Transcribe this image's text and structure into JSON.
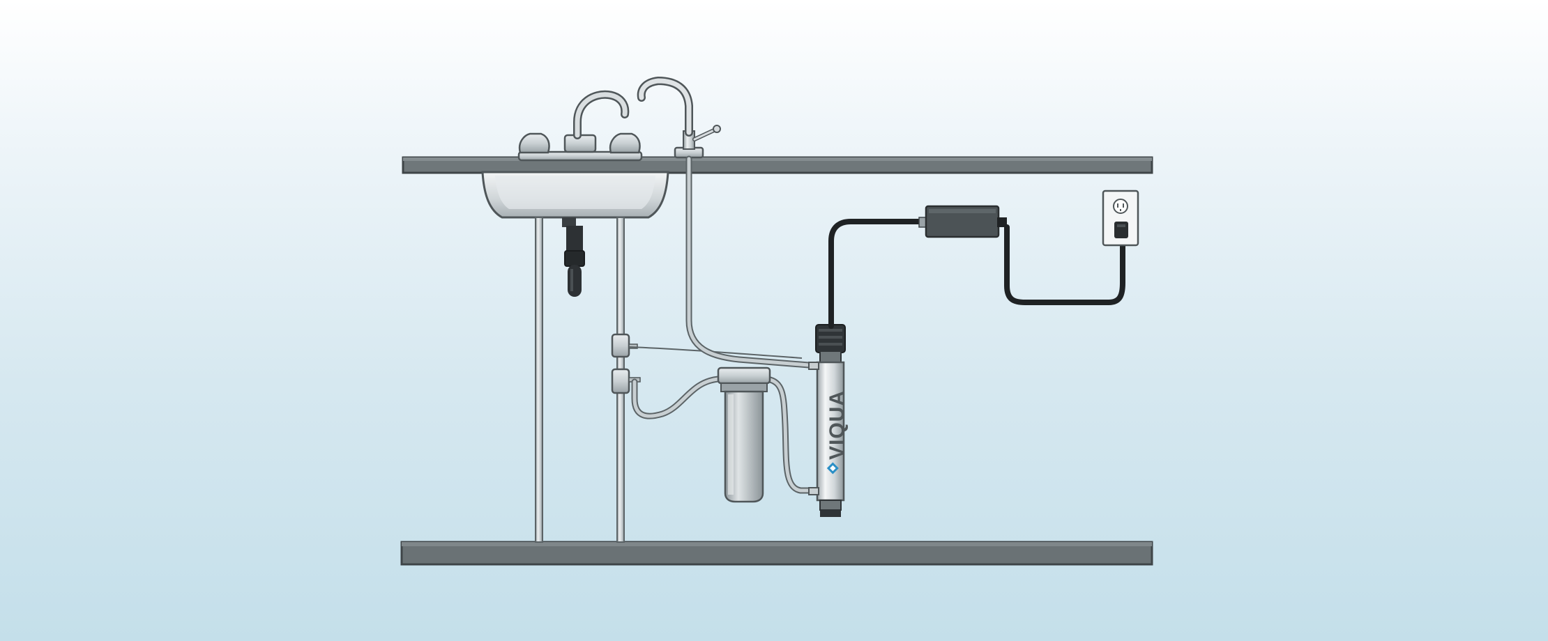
{
  "illustration": {
    "brand": {
      "wordmark": "VIQUA",
      "color": "#2a8fc6",
      "logo_icon": "viqua-diamond-icon"
    },
    "colors": {
      "background_top": "#ffffff",
      "background_bottom": "#c4dfea",
      "counter": "#6f777a",
      "counter_edge": "#4f5659",
      "cabinet_floor": "#6a7275",
      "pipe": "#a9b1b4",
      "cord": "#1f2224",
      "power_supply": "#4c5356",
      "uv_chamber": "#d3d8db",
      "filter_housing": "#c4cbce"
    },
    "components": [
      "kitchen-sink",
      "sink-faucet",
      "dedicated-faucet",
      "drain-trap",
      "supply-valves",
      "sediment-filter-housing",
      "uv-chamber",
      "power-supply",
      "wall-outlet"
    ]
  }
}
